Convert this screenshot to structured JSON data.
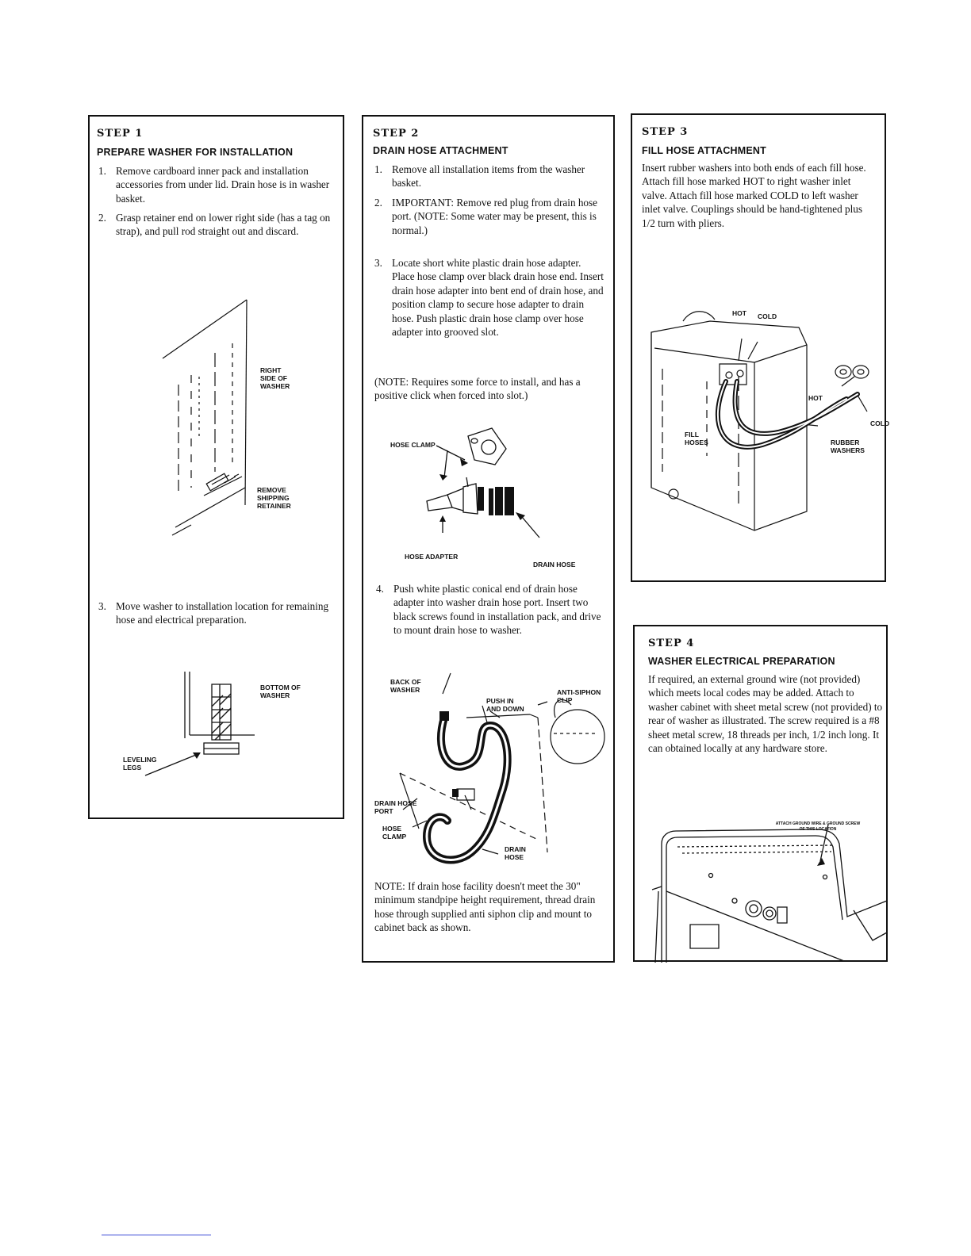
{
  "step1": {
    "step": "STEP 1",
    "title": "PREPARE WASHER FOR INSTALLATION",
    "items": [
      {
        "num": "1.",
        "text": "Remove cardboard inner pack and installation accessories from under lid. Drain hose is in washer basket."
      },
      {
        "num": "2.",
        "text": "Grasp retainer end on lower right side (has a tag on strap), and pull rod straight out and discard."
      },
      {
        "num": "3.",
        "text": "Move washer to installation location for remaining hose and electrical preparation."
      }
    ],
    "fig1_labels": {
      "right_side": "RIGHT\nSIDE OF\nWASHER",
      "remove": "REMOVE\nSHIPPING\nRETAINER"
    },
    "fig2_labels": {
      "bottom": "BOTTOM OF\nWASHER",
      "legs": "LEVELING\nLEGS"
    }
  },
  "step2": {
    "step": "STEP 2",
    "title": "DRAIN HOSE ATTACHMENT",
    "items": [
      {
        "num": "1.",
        "text": "Remove all installation items from the washer basket."
      },
      {
        "num": "2.",
        "text": "IMPORTANT: Remove red plug from drain hose port. (NOTE: Some water may be present, this is normal.)"
      },
      {
        "num": "3.",
        "text": "Locate short white plastic drain hose adapter. Place hose clamp over black drain hose end. Insert drain hose adapter into bent end of drain hose, and position clamp to secure hose adapter to drain hose. Push plastic drain hose clamp over hose adapter into grooved slot."
      }
    ],
    "note1": "(NOTE: Requires some force to install, and has a positive click when forced into slot.)",
    "fig1_labels": {
      "clamp": "HOSE CLAMP",
      "adapter": "HOSE ADAPTER",
      "drain": "DRAIN HOSE"
    },
    "item4": {
      "num": "4.",
      "text": "Push white plastic conical end of drain hose adapter into washer drain hose port. Insert two black screws found in installation pack, and drive to mount drain hose to washer."
    },
    "fig2_labels": {
      "back": "BACK OF\nWASHER",
      "push": "PUSH IN\nAND DOWN",
      "siphon": "ANTI-SIPHON\nCLIP",
      "port": "DRAIN HOSE\nPORT",
      "clamp": "HOSE\nCLAMP",
      "drain": "DRAIN\nHOSE"
    },
    "note2": "NOTE: If drain hose facility doesn't meet the 30\" minimum standpipe height requirement, thread drain hose through supplied anti siphon clip and mount to cabinet back as shown."
  },
  "step3": {
    "step": "STEP 3",
    "title": "FILL HOSE ATTACHMENT",
    "text": "Insert rubber washers into both ends of each fill hose. Attach fill hose marked HOT to right washer inlet valve. Attach fill hose marked COLD to left washer inlet valve. Couplings should be hand-tightened plus 1/2 turn with pliers.",
    "fig_labels": {
      "hot_top": "HOT",
      "cold_top": "COLD",
      "hot": "HOT",
      "cold": "COLD",
      "fill": "FILL\nHOSES",
      "rubber": "RUBBER\nWASHERS"
    }
  },
  "step4": {
    "step": "STEP 4",
    "title": "WASHER ELECTRICAL PREPARATION",
    "text": "If required, an external ground wire (not provided) which meets local codes may be added. Attach to washer cabinet with sheet metal screw (not provided) to rear of washer as illustrated. The screw required is a #8 sheet metal screw, 18 threads per inch, 1/2 inch long. It can obtained locally at any hardware store.",
    "fig_label": "ATTACH GROUND WIRE & GROUND SCREW\nOF THIS LOCATION"
  }
}
